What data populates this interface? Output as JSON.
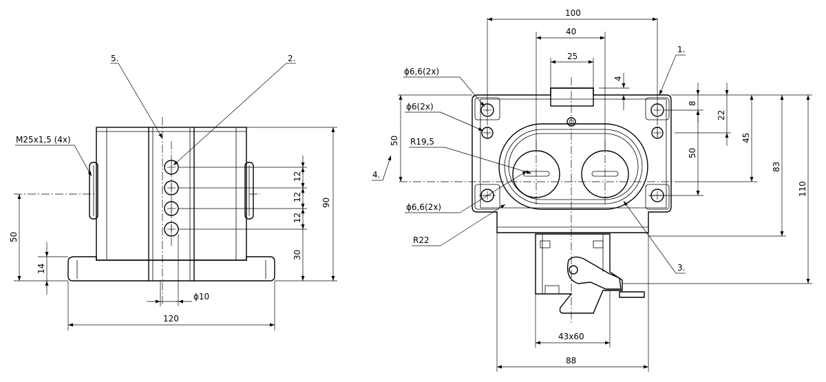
{
  "side_view": {
    "callouts": {
      "part5": "5.",
      "part2": "2."
    },
    "thread_label": "M25x1,5 (4x)",
    "dims": {
      "height_total": "90",
      "pitch_a": "12",
      "pitch_b": "12",
      "pitch_c": "12",
      "bottom_offset": "30",
      "axis_height": "50",
      "base_height": "14",
      "hole_dia": "ϕ10",
      "width_total": "120"
    }
  },
  "front_view": {
    "callouts": {
      "part1": "1.",
      "part3": "3.",
      "part4": "4."
    },
    "labels": {
      "hole_top": "ϕ6,6(2x)",
      "hole_mid": "ϕ6(2x)",
      "radius_inner": "R19,5",
      "hole_bottom": "ϕ6,6(2x)",
      "radius_outer": "R22"
    },
    "dims": {
      "width_top": "100",
      "spacing_40": "40",
      "spacing_25": "25",
      "offset_4": "4",
      "offset_8": "8",
      "height_22": "22",
      "height_45": "45",
      "height_50_right": "50",
      "height_83": "83",
      "height_110": "110",
      "height_50_left": "50",
      "clamp_size": "43x60",
      "width_bottom": "88"
    }
  }
}
